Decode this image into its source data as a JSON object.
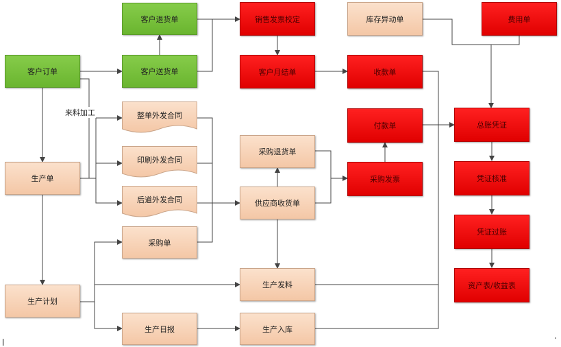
{
  "nodes": {
    "customer_return": "客户退货单",
    "customer_order": "客户订单",
    "customer_delivery": "客户送货单",
    "sales_invoice": "销售发票校定",
    "customer_statement": "客户月结单",
    "inventory_change": "库存异动单",
    "receipt": "收款单",
    "expense": "费用单",
    "payment": "付款单",
    "general_voucher": "总账凭证",
    "purchase_return": "采购退货单",
    "purchase_invoice": "采购发票",
    "voucher_review": "凭证核准",
    "voucher_posting": "凭证过账",
    "financial_reports": "资产表/收益表",
    "production_order": "生产单",
    "outsource_whole": "整单外发合同",
    "outsource_print": "印刷外发合同",
    "outsource_post": "后道外发合同",
    "purchase_order": "采购单",
    "supplier_receipt": "供应商收货单",
    "production_plan": "生产计划",
    "production_issue": "生产发料",
    "production_daily": "生产日报",
    "production_stockin": "生产入库"
  },
  "labels": {
    "material_processing": "来料加工"
  },
  "colors": {
    "green": "#74bd3a",
    "peach": "#f7d2b4",
    "red": "#ee0000",
    "connector": "#444444"
  }
}
